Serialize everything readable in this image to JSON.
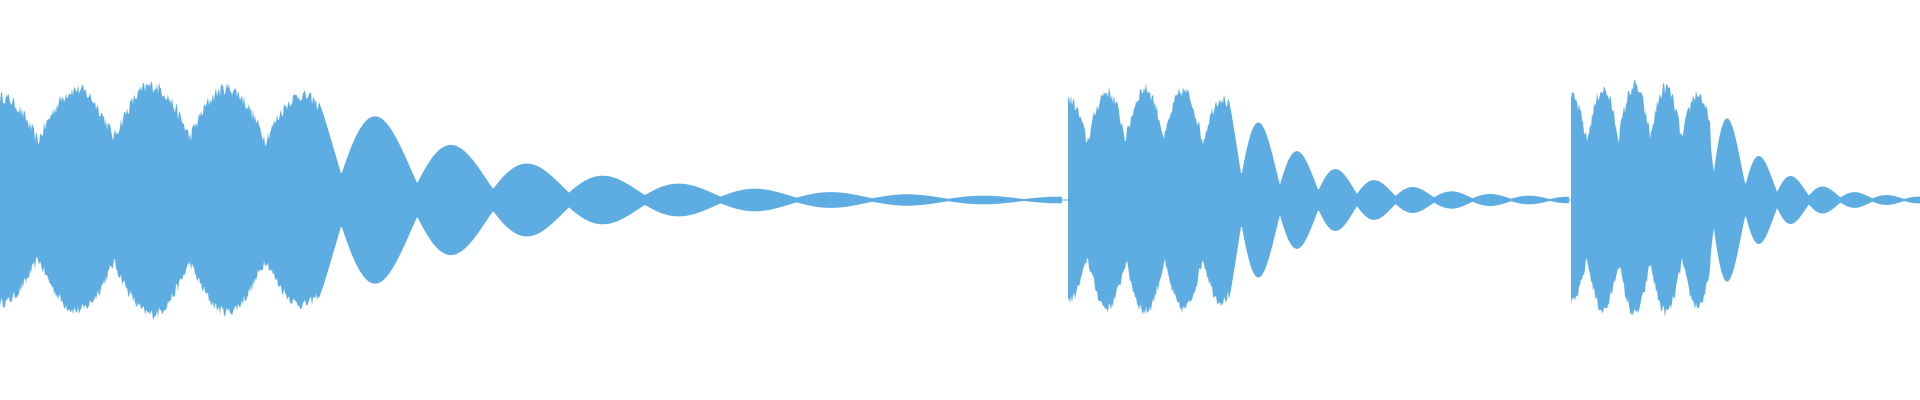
{
  "waveform": {
    "color": "#5dade2",
    "background": "#ffffff",
    "segments": [
      {
        "start": 0.0,
        "end": 0.553,
        "peak": 0.84,
        "sustain": 0.3,
        "bumps": 14,
        "noise": 0.06
      },
      {
        "start": 0.556,
        "end": 0.817,
        "peak": 0.82,
        "sustain": 0.32,
        "bumps": 13,
        "noise": 0.06
      },
      {
        "start": 0.818,
        "end": 1.0,
        "peak": 0.84,
        "sustain": 0.4,
        "bumps": 11,
        "noise": 0.06
      }
    ]
  }
}
